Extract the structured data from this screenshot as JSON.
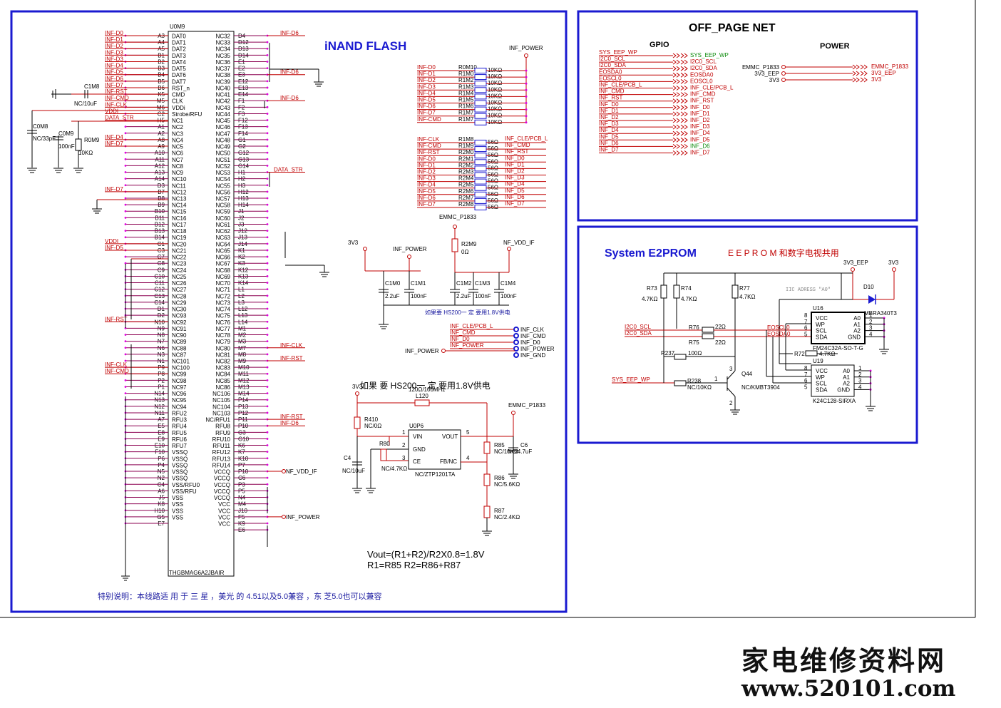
{
  "colors": {
    "frame": "#1a1ad0",
    "wire": "#c00000",
    "pin": "#e000e0",
    "text": "#000000"
  },
  "inand": {
    "title": "iNAND FLASH",
    "ref": "U0M9",
    "part": "THGBMAG6A2JBAIR",
    "left_nets": [
      "INF-D0",
      "INF-D1",
      "INF-D2",
      "INF-D3",
      "INF-D3",
      "INF-D4",
      "INF-D5",
      "INF-D6",
      "INF-D7",
      "INF-RST",
      "INF-CMD",
      "INF-CLK",
      "VDDI",
      "DATA_STR"
    ],
    "left_pins": [
      "A3",
      "A4",
      "A5",
      "B1",
      "B2",
      "B3",
      "B4",
      "B5",
      "B6",
      "K5",
      "M5",
      "M6",
      "C2",
      "H5",
      "A1",
      "A2",
      "A8",
      "A9",
      "A10",
      "A11",
      "A12",
      "A13",
      "A14",
      "D3",
      "B7",
      "B8",
      "B9",
      "B10",
      "B11",
      "B12",
      "B13",
      "B14",
      "C1",
      "C3",
      "C7",
      "C8",
      "C9",
      "C10",
      "C11",
      "C12",
      "C13",
      "C14",
      "D1",
      "D2",
      "N10",
      "N9",
      "N8",
      "N7",
      "N6",
      "N3",
      "N1",
      "P9",
      "P8",
      "P2",
      "P1",
      "N14",
      "N13",
      "N12",
      "N11",
      "A7",
      "E5",
      "E8",
      "E9",
      "E10",
      "F10",
      "P6",
      "P4",
      "N5",
      "N2",
      "C4",
      "A6",
      "J5",
      "K8",
      "H10",
      "G5",
      "E7"
    ],
    "inner_left": [
      "DAT0",
      "DAT1",
      "DAT2",
      "DAT3",
      "DAT4",
      "DAT5",
      "DAT6",
      "DAT7",
      "RST_n",
      "CMD",
      "CLK",
      "VDDi",
      "Strobe/RFU",
      "NC1",
      "NC2",
      "NC3",
      "NC4",
      "NC5",
      "NC6",
      "NC7",
      "NC8",
      "NC9",
      "NC10",
      "NC11",
      "NC12",
      "NC13",
      "NC14",
      "NC15",
      "NC16",
      "NC17",
      "NC18",
      "NC19",
      "NC20",
      "NC21",
      "NC22",
      "NC23",
      "NC24",
      "NC25",
      "NC26",
      "NC27",
      "NC28",
      "NC29",
      "NC30",
      "NC93",
      "NC92",
      "NC91",
      "NC90",
      "NC89",
      "NC88",
      "NC87",
      "NC101",
      "NC100",
      "NC99",
      "NC98",
      "NC97",
      "NC96",
      "NC95",
      "NC94",
      "RFU2",
      "RFU3",
      "RFU4",
      "RFU5",
      "RFU6",
      "RFU7",
      "VSSQ",
      "VSSQ",
      "VSSQ",
      "VSSQ",
      "VSSQ",
      "VSS/RFU0",
      "VSS/RFU",
      "VSS",
      "VSS",
      "VSS",
      "VSS"
    ],
    "inner_right": [
      "NC32",
      "NC33",
      "NC34",
      "NC35",
      "NC36",
      "NC37",
      "NC38",
      "NC39",
      "NC40",
      "NC41",
      "NC42",
      "NC43",
      "NC44",
      "NC45",
      "NC46",
      "NC47",
      "NC48",
      "NC49",
      "NC50",
      "NC51",
      "NC52",
      "NC53",
      "NC54",
      "NC55",
      "NC56",
      "NC57",
      "NC58",
      "NC59",
      "NC60",
      "NC61",
      "NC62",
      "NC63",
      "NC64",
      "NC65",
      "NC66",
      "NC67",
      "NC68",
      "NC69",
      "NC70",
      "NC71",
      "NC72",
      "NC73",
      "NC74",
      "NC75",
      "NC76",
      "NC77",
      "NC78",
      "NC79",
      "NC80",
      "NC81",
      "NC82",
      "NC83",
      "NC84",
      "NC85",
      "NC86",
      "NC106",
      "NC105",
      "NC104",
      "NC103",
      "NC/RFU1",
      "RFU8",
      "RFU9",
      "RFU10",
      "RFU11",
      "RFU12",
      "RFU13",
      "RFU14",
      "VCCQ",
      "VCCQ",
      "VCCQ",
      "VCCQ",
      "VCCQ",
      "VCC",
      "VCC",
      "VCC",
      "VCC"
    ],
    "right_pins": [
      "D4",
      "D12",
      "D13",
      "D14",
      "E1",
      "E2",
      "E3",
      "E12",
      "E13",
      "E14",
      "F1",
      "F2",
      "F3",
      "F12",
      "F13",
      "F14",
      "G1",
      "G2",
      "G12",
      "G13",
      "G14",
      "H1",
      "H2",
      "H3",
      "H12",
      "H13",
      "H14",
      "J1",
      "J2",
      "J3",
      "J12",
      "J13",
      "J14",
      "K1",
      "K2",
      "K3",
      "K12",
      "K13",
      "K14",
      "L1",
      "L2",
      "L3",
      "L12",
      "L13",
      "L14",
      "M1",
      "M2",
      "M3",
      "M7",
      "M8",
      "M9",
      "M10",
      "M11",
      "M12",
      "M13",
      "M14",
      "P14",
      "P13",
      "P12",
      "P11",
      "P10",
      "G3",
      "G10",
      "K6",
      "K7",
      "K10",
      "P7",
      "P10",
      "C6",
      "P3",
      "P5",
      "N4",
      "M4",
      "J10",
      "F5",
      "K9",
      "E6"
    ],
    "right_nets": [
      "INF-D6",
      "INF-D6",
      "INF-D6",
      "DATA_STR",
      "INF-CLK",
      "INF-RST",
      "INF-RST",
      "INF-D6",
      "NF_VDD_IF",
      "INF_POWER"
    ],
    "left_extra": [
      "INF-D4",
      "INF-D7",
      "INF-D7",
      "VDDI",
      "INF-D5",
      "INF-RST",
      "INF-CLK",
      "INF-CMD"
    ],
    "c1m8": [
      "C1M8",
      "NC/10uF"
    ],
    "c0m8": [
      "C0M8",
      "NC/33pF"
    ],
    "c0m9": [
      "C0M9",
      "100nF"
    ],
    "r0m9": [
      "R0M9",
      "10KΩ"
    ],
    "note": "特别说明：本线路适 用 于 三 星 ，美光 的  4.51以及5.0兼容     ，东  芝5.0也可以兼容"
  },
  "pullups": {
    "power_label": "INF_POWER",
    "nets": [
      "INF-D0",
      "INF-D1",
      "INF-D2",
      "INF-D3",
      "INF-D4",
      "INF-D5",
      "INF-D6",
      "INF-D7",
      "INF-CMD"
    ],
    "refs": [
      "R0M10",
      "R1M0",
      "R1M2",
      "R1M3",
      "R1M4",
      "R1M5",
      "R1M6",
      "R1M7",
      "R1M7"
    ],
    "vals": [
      "10KΩ",
      "10KΩ",
      "10KΩ",
      "10KΩ",
      "10KΩ",
      "10KΩ",
      "10KΩ",
      "10KΩ",
      "10KΩ"
    ]
  },
  "series": {
    "in_nets": [
      "INF-CLK",
      "INF-CMD",
      "INF-RST",
      "INF-D0",
      "INF-D1",
      "INF-D2",
      "INF-D3",
      "INF-D4",
      "INF-D5",
      "INF-D6",
      "INF-D7"
    ],
    "refs": [
      "R1M8",
      "R1M9",
      "R2M0",
      "R2M1",
      "R2M2",
      "R2M3",
      "R2M4",
      "R2M5",
      "R2M6",
      "R2M7",
      "R2M8"
    ],
    "vals": [
      "56Ω",
      "56Ω",
      "56Ω",
      "56Ω",
      "56Ω",
      "56Ω",
      "56Ω",
      "56Ω",
      "56Ω",
      "56Ω",
      "56Ω"
    ],
    "out_nets": [
      "INF_CLE/PCB_L",
      "INF_CMD",
      "INF_RST",
      "INF_D0",
      "INF_D1",
      "INF_D2",
      "INF_D3",
      "INF_D4",
      "INF_D5",
      "INF_D6",
      "INF_D7"
    ]
  },
  "decoupling": {
    "labels": [
      "EMMC_P1833",
      "3V3",
      "INF_POWER",
      "NF_VDD_IF"
    ],
    "r2m9": [
      "R2M9",
      "0Ω"
    ],
    "caps": [
      [
        "C1M0",
        "2.2uF"
      ],
      [
        "C1M1",
        "100nF"
      ],
      [
        "C1M2",
        "2.2uF"
      ],
      [
        "C1M3",
        "100nF"
      ],
      [
        "C1M4",
        "100nF"
      ]
    ],
    "note": "如果要 HS200一 定  要用1.8V供电"
  },
  "offpage_small": {
    "left": [
      "INF_CLE/PCB_L",
      "INF_CMD",
      "INF_D0",
      "INF_POWER"
    ],
    "right": [
      "INF_CLK",
      "INF_CMD",
      "INF_D0",
      "INF_POWER",
      "INF_GND"
    ],
    "power": "INF_POWER"
  },
  "regulator": {
    "note": "如果 要 HS200一 定  要用1.8V供电",
    "vin": "3V3",
    "l120": [
      "L120",
      "120Ω/100MHz"
    ],
    "emmc": "EMMC_P1833",
    "r410": [
      "R410",
      "NC/0Ω"
    ],
    "r80": [
      "R80",
      "NC/4.7KΩ"
    ],
    "c4": [
      "C4",
      "NC/10uF"
    ],
    "u0p6": [
      "U0P6",
      "NC/ZTP1201TA"
    ],
    "pins_left": [
      "VIN",
      "GND",
      "CE"
    ],
    "pins_right": [
      "VOUT",
      "FB/NC"
    ],
    "pin_nums": [
      "1",
      "2",
      "3",
      "5",
      "4"
    ],
    "r85": [
      "R85",
      "NC/10KΩ"
    ],
    "c6": [
      "C6",
      "NC/4.7uF"
    ],
    "r86": [
      "R86",
      "NC/5.6KΩ"
    ],
    "r87": [
      "R87",
      "NC/2.4KΩ"
    ],
    "formula1": "Vout=(R1+R2)/R2X0.8=1.8V",
    "formula2": "R1=R85 R2=R86+R87"
  },
  "offpage": {
    "title": "OFF_PAGE  NET",
    "gpio_title": "GPIO",
    "power_title": "POWER",
    "gpio_left": [
      "SYS_EEP_WP",
      "I2C0_SCL",
      "I2C0_SDA",
      "EOSDA0",
      "EOSCL0",
      "INF_CLE/PCB_L",
      "INF_CMD",
      "INF_RST",
      "INF_D0",
      "INF_D1",
      "INF_D2",
      "INF_D3",
      "INF_D4",
      "INF_D5",
      "INF_D6",
      "INF_D7"
    ],
    "gpio_right": [
      "SYS_EEP_WP",
      "I2C0_SCL",
      "I2C0_SDA",
      "EOSDA0",
      "EOSCL0",
      "INF_CLE/PCB_L",
      "INF_CMD",
      "INF_RST",
      "INF_D0",
      "INF_D1",
      "INF_D2",
      "INF_D3",
      "INF_D4",
      "INF_D5",
      "INF_D6",
      "INF_D7"
    ],
    "power_left": [
      "EMMC_P1833",
      "3V3_EEP",
      "3V3"
    ],
    "power_right": [
      "EMMC_P1833",
      "3V3_EEP",
      "3V3"
    ]
  },
  "eeprom": {
    "title": "System E2PROM",
    "subtitle": "E E P R O M 和数字电视共用",
    "v3v3_eep": "3V3_EEP",
    "v3v3": "3V3",
    "d10": "D10",
    "d10_part": "MBRA340T3",
    "iic": "IIC ADRESS \"A0\"",
    "r73": [
      "R73",
      "4.7KΩ"
    ],
    "r74": [
      "R74",
      "4.7KΩ"
    ],
    "r77": [
      "R77",
      "4.7KΩ"
    ],
    "r76": [
      "R76",
      "22Ω"
    ],
    "r75": [
      "R75",
      "22Ω"
    ],
    "r237": [
      "R237",
      "100Ω"
    ],
    "r238": [
      "R238",
      "NC/10KΩ"
    ],
    "r72": [
      "R72",
      "4.7KΩ"
    ],
    "q44": [
      "Q44",
      "NC/KMBT3904"
    ],
    "nets_left": [
      "I2C0_SCL",
      "I2C0_SDA",
      "SYS_EEP_WP"
    ],
    "nets_mid": [
      "EOSCL0",
      "EOSDA0"
    ],
    "u16": [
      "U16",
      "FM24C32A-SO-T-G"
    ],
    "u19": [
      "U19",
      "K24C128-SIRXA"
    ],
    "pins_l": [
      "VCC",
      "WP",
      "SCL",
      "SDA"
    ],
    "pins_r": [
      "A0",
      "A1",
      "A2",
      "GND"
    ],
    "nums_l": [
      "8",
      "7",
      "6",
      "5"
    ],
    "nums_r": [
      "1",
      "2",
      "3",
      "4"
    ],
    "q_pins": [
      "1",
      "2",
      "3"
    ]
  },
  "watermark": {
    "line1": "家电维修资料网",
    "line2": "www.520101.com"
  }
}
